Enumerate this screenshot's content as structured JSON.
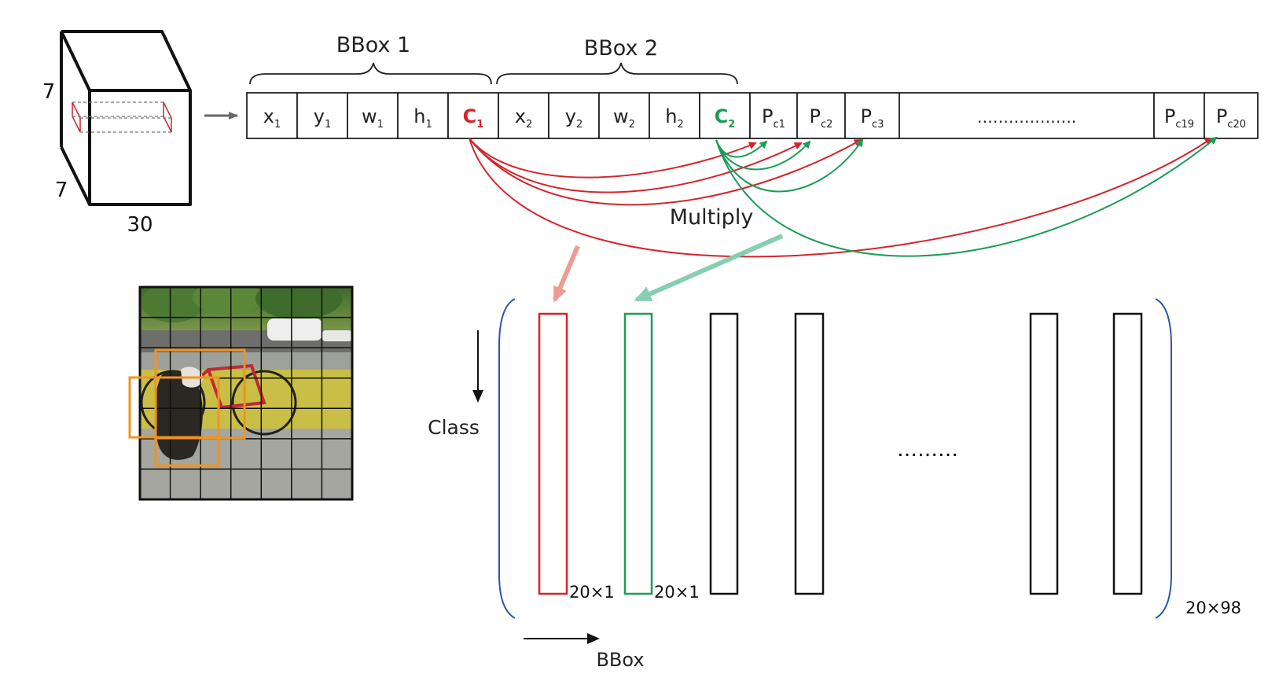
{
  "cube": {
    "height_label": "7",
    "width_label": "7",
    "depth_label": "30"
  },
  "braces": {
    "bbox1": "BBox 1",
    "bbox2": "BBox 2"
  },
  "vector": {
    "cells": [
      {
        "main": "x",
        "sub": "1",
        "color": "#222222"
      },
      {
        "main": "y",
        "sub": "1",
        "color": "#222222"
      },
      {
        "main": "w",
        "sub": "1",
        "color": "#222222"
      },
      {
        "main": "h",
        "sub": "1",
        "color": "#222222"
      },
      {
        "main": "C",
        "sub": "1",
        "color": "#d4242b"
      },
      {
        "main": "x",
        "sub": "2",
        "color": "#222222"
      },
      {
        "main": "y",
        "sub": "2",
        "color": "#222222"
      },
      {
        "main": "w",
        "sub": "2",
        "color": "#222222"
      },
      {
        "main": "h",
        "sub": "2",
        "color": "#222222"
      },
      {
        "main": "C",
        "sub": "2",
        "color": "#1a9d55"
      },
      {
        "main": "P",
        "sub": "c1",
        "color": "#222222"
      },
      {
        "main": "P",
        "sub": "c2",
        "color": "#222222"
      },
      {
        "main": "P",
        "sub": "c3",
        "color": "#222222"
      },
      {
        "main": "……………….",
        "sub": "",
        "color": "#222222"
      },
      {
        "main": "P",
        "sub": "c19",
        "color": "#222222"
      },
      {
        "main": "P",
        "sub": "c20",
        "color": "#222222"
      }
    ]
  },
  "multiply_label": "Multiply",
  "matrix": {
    "class_label": "Class",
    "bbox_label": "BBox",
    "col1_size": "20×1",
    "col2_size": "20×1",
    "ellipsis": "………",
    "total_size": "20×98"
  },
  "colors": {
    "red": "#d4242b",
    "green": "#1a9d55",
    "light_red": "#ef9a92",
    "light_green": "#86cfb0",
    "bracket_blue": "#2a56a6",
    "orange_box": "#f0941e"
  }
}
